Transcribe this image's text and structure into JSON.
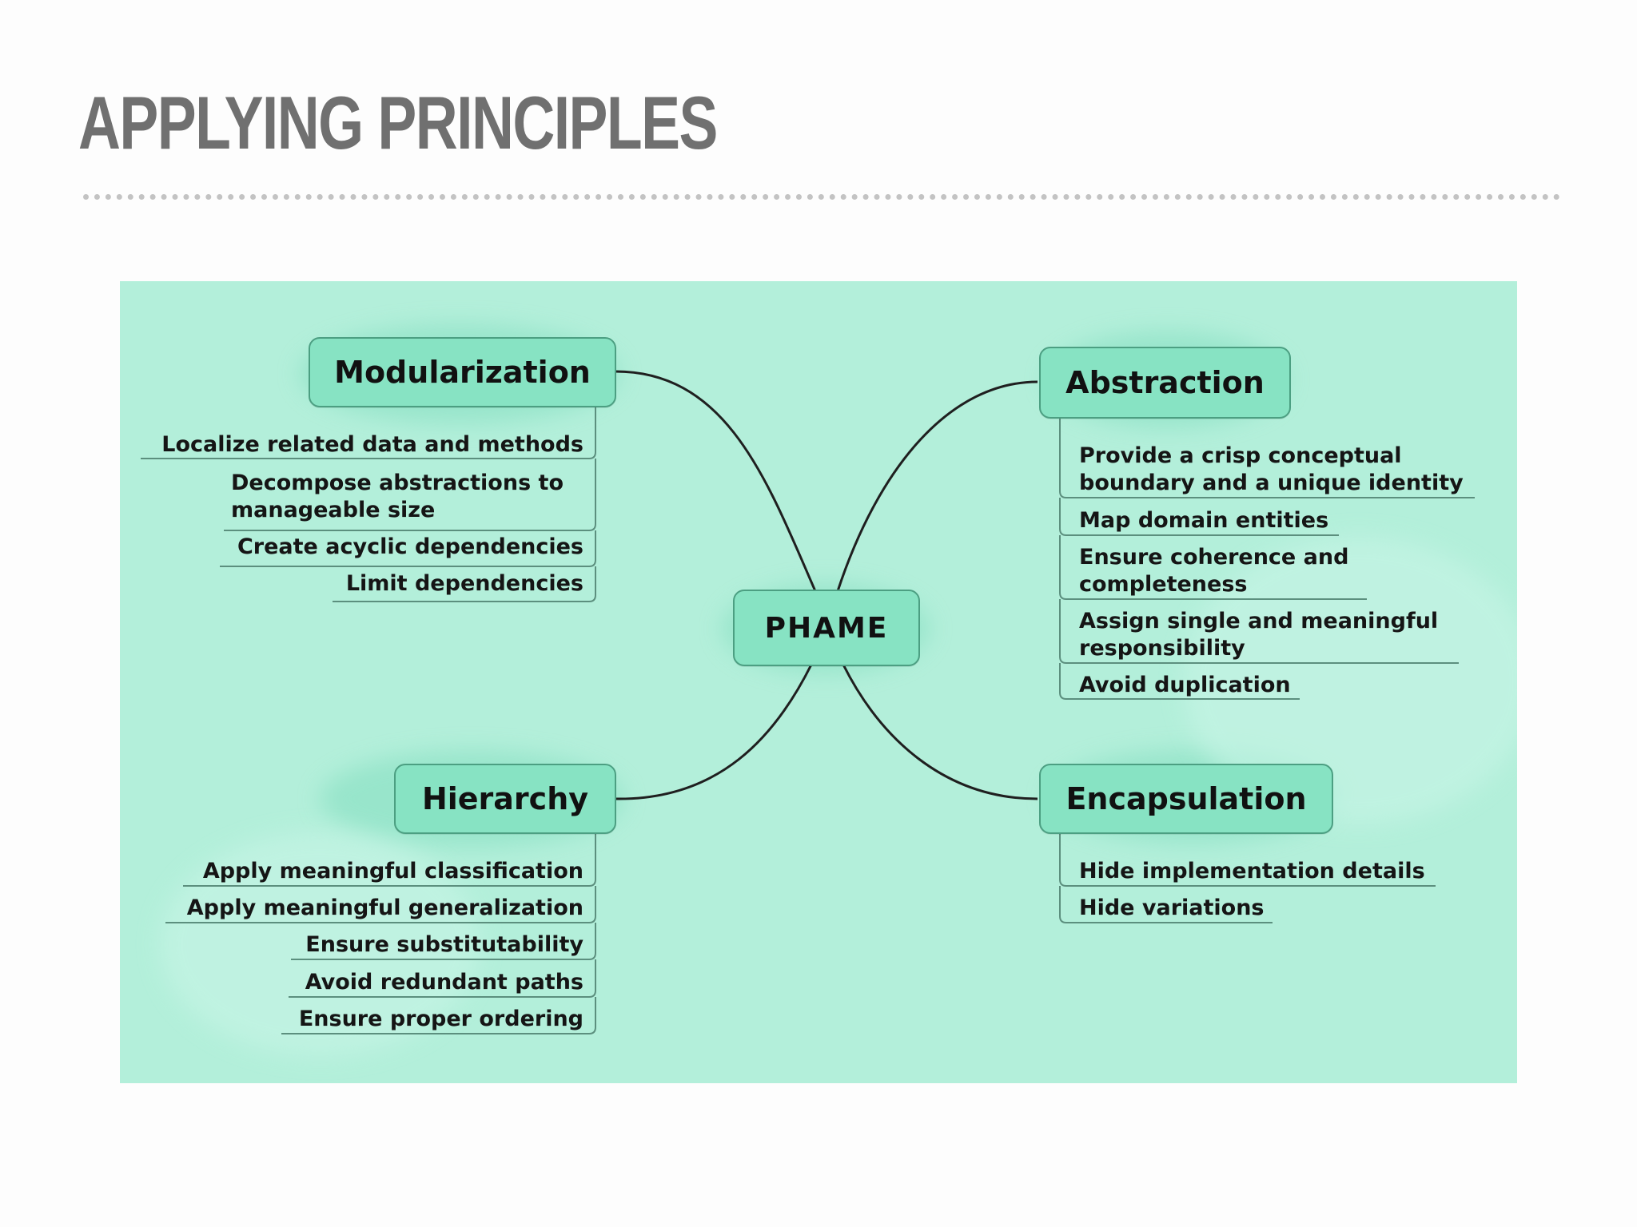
{
  "slide": {
    "title": "APPLYING PRINCIPLES"
  },
  "mindmap": {
    "center": "PHAME",
    "branches": {
      "modularization": {
        "title": "Modularization",
        "items": [
          "Localize related data and methods",
          "Decompose abstractions to\nmanageable size",
          "Create acyclic dependencies",
          "Limit dependencies"
        ]
      },
      "abstraction": {
        "title": "Abstraction",
        "items": [
          "Provide a crisp conceptual\nboundary and a unique identity",
          "Map domain entities",
          "Ensure coherence and\ncompleteness",
          "Assign single and meaningful\nresponsibility",
          "Avoid duplication"
        ]
      },
      "hierarchy": {
        "title": "Hierarchy",
        "items": [
          "Apply meaningful classification",
          "Apply meaningful generalization",
          "Ensure substitutability",
          "Avoid redundant paths",
          "Ensure proper ordering"
        ]
      },
      "encapsulation": {
        "title": "Encapsulation",
        "items": [
          "Hide implementation details",
          "Hide variations"
        ]
      }
    },
    "colors": {
      "background": "#b3efda",
      "node_fill": "#87e3c3",
      "node_border": "#4c9f82",
      "connector": "#1f1f1f",
      "underline": "#5c8f7e"
    }
  }
}
